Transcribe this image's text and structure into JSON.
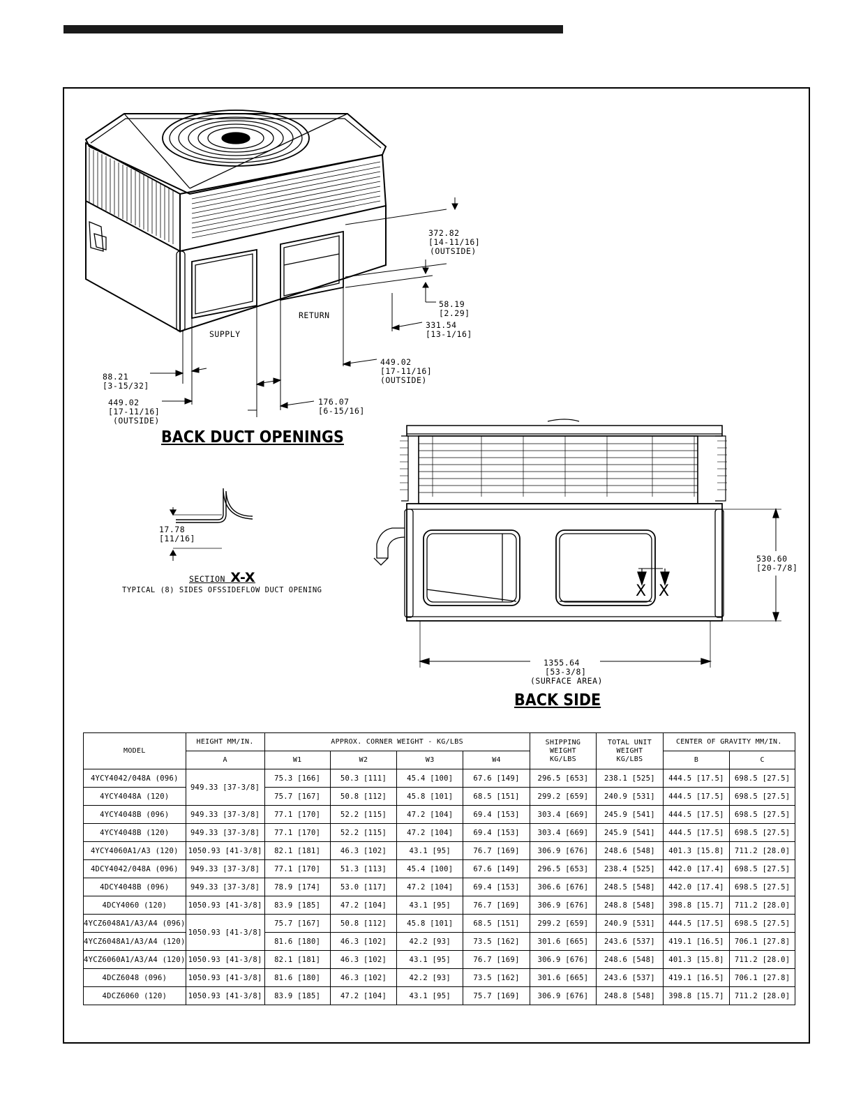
{
  "drawing": {
    "back_duct": {
      "title": "BACK DUCT OPENINGS",
      "supply_label": "SUPPLY",
      "return_label": "RETURN",
      "dim_372_1": "372.82",
      "dim_372_2": "[14-11/16]",
      "dim_372_3": "(OUTSIDE)",
      "dim_58_1": "58.19",
      "dim_58_2": "[2.29]",
      "dim_331_1": "331.54",
      "dim_331_2": "[13-1/16]",
      "dim_449r_1": "449.02",
      "dim_449r_2": "[17-11/16]",
      "dim_449r_3": "(OUTSIDE)",
      "dim_88_1": "88.21",
      "dim_88_2": "[3-15/32]",
      "dim_449l_1": "449.02",
      "dim_449l_2": "[17-11/16]",
      "dim_449l_3": "(OUTSIDE)",
      "dim_176_1": "176.07",
      "dim_176_2": "[6-15/16]"
    },
    "section": {
      "dim_1": "17.78",
      "dim_2": "[11/16]",
      "label_prefix": "SECTION",
      "label_mark": "X-X",
      "caption": "TYPICAL (8) SIDES OFSSIDEFLOW DUCT OPENING"
    },
    "back_side": {
      "title": "BACK SIDE",
      "x_mark_1": "X",
      "x_mark_2": "X",
      "dim_h_1": "530.60",
      "dim_h_2": "[20-7/8]",
      "dim_w_1": "1355.64",
      "dim_w_2": "[53-3/8]",
      "dim_w_3": "(SURFACE AREA)"
    }
  },
  "table": {
    "headers": {
      "model": "MODEL",
      "height": "HEIGHT MM/IN.",
      "height_sub": "A",
      "weight": "APPROX. CORNER WEIGHT - KG/LBS",
      "w1": "W1",
      "w2": "W2",
      "w3": "W3",
      "w4": "W4",
      "shipping": "SHIPPING WEIGHT KG/LBS",
      "total": "TOTAL UNIT WEIGHT KG/LBS",
      "cog": "CENTER OF GRAVITY MM/IN.",
      "cog_b": "B",
      "cog_c": "C"
    },
    "rows": [
      {
        "model": "4YCY4042/048A (096)",
        "height": "949.33 [37-3/8]",
        "height_rowspan": 2,
        "w1": "75.3 [166]",
        "w2": "50.3 [111]",
        "w3": "45.4 [100]",
        "w4": "67.6 [149]",
        "ship": "296.5 [653]",
        "total": "238.1 [525]",
        "b": "444.5 [17.5]",
        "c": "698.5 [27.5]"
      },
      {
        "model": "4YCY4048A (120)",
        "height": null,
        "w1": "75.7 [167]",
        "w2": "50.8 [112]",
        "w3": "45.8 [101]",
        "w4": "68.5 [151]",
        "ship": "299.2 [659]",
        "total": "240.9 [531]",
        "b": "444.5 [17.5]",
        "c": "698.5 [27.5]"
      },
      {
        "model": "4YCY4048B (096)",
        "height": "949.33 [37-3/8]",
        "height_rowspan": 1,
        "w1": "77.1 [170]",
        "w2": "52.2 [115]",
        "w3": "47.2 [104]",
        "w4": "69.4 [153]",
        "ship": "303.4 [669]",
        "total": "245.9 [541]",
        "b": "444.5 [17.5]",
        "c": "698.5 [27.5]"
      },
      {
        "model": "4YCY4048B (120)",
        "height": "949.33 [37-3/8]",
        "height_rowspan": 1,
        "w1": "77.1 [170]",
        "w2": "52.2 [115]",
        "w3": "47.2 [104]",
        "w4": "69.4 [153]",
        "ship": "303.4 [669]",
        "total": "245.9 [541]",
        "b": "444.5 [17.5]",
        "c": "698.5 [27.5]"
      },
      {
        "model": "4YCY4060A1/A3 (120)",
        "height": "1050.93 [41-3/8]",
        "height_rowspan": 1,
        "w1": "82.1 [181]",
        "w2": "46.3 [102]",
        "w3": "43.1 [95]",
        "w4": "76.7 [169]",
        "ship": "306.9 [676]",
        "total": "248.6 [548]",
        "b": "401.3 [15.8]",
        "c": "711.2 [28.0]"
      },
      {
        "model": "4DCY4042/048A (096)",
        "height": "949.33 [37-3/8]",
        "height_rowspan": 1,
        "w1": "77.1 [170]",
        "w2": "51.3 [113]",
        "w3": "45.4 [100]",
        "w4": "67.6 [149]",
        "ship": "296.5 [653]",
        "total": "238.4 [525]",
        "b": "442.0 [17.4]",
        "c": "698.5 [27.5]"
      },
      {
        "model": "4DCY4048B (096)",
        "height": "949.33 [37-3/8]",
        "height_rowspan": 1,
        "w1": "78.9 [174]",
        "w2": "53.0 [117]",
        "w3": "47.2 [104]",
        "w4": "69.4 [153]",
        "ship": "306.6 [676]",
        "total": "248.5 [548]",
        "b": "442.0 [17.4]",
        "c": "698.5 [27.5]"
      },
      {
        "model": "4DCY4060 (120)",
        "height": "1050.93 [41-3/8]",
        "height_rowspan": 1,
        "w1": "83.9 [185]",
        "w2": "47.2 [104]",
        "w3": "43.1 [95]",
        "w4": "76.7 [169]",
        "ship": "306.9 [676]",
        "total": "248.8 [548]",
        "b": "398.8 [15.7]",
        "c": "711.2 [28.0]"
      },
      {
        "model": "4YCZ6048A1/A3/A4 (096)",
        "height": "1050.93 [41-3/8]",
        "height_rowspan": 2,
        "w1": "75.7 [167]",
        "w2": "50.8 [112]",
        "w3": "45.8 [101]",
        "w4": "68.5 [151]",
        "ship": "299.2 [659]",
        "total": "240.9 [531]",
        "b": "444.5 [17.5]",
        "c": "698.5 [27.5]"
      },
      {
        "model": "4YCZ6048A1/A3/A4 (120)",
        "height": null,
        "w1": "81.6 [180]",
        "w2": "46.3 [102]",
        "w3": "42.2 [93]",
        "w4": "73.5 [162]",
        "ship": "301.6 [665]",
        "total": "243.6 [537]",
        "b": "419.1 [16.5]",
        "c": "706.1 [27.8]"
      },
      {
        "model": "4YCZ6060A1/A3/A4 (120)",
        "height": "1050.93 [41-3/8]",
        "height_rowspan": 1,
        "w1": "82.1 [181]",
        "w2": "46.3 [102]",
        "w3": "43.1 [95]",
        "w4": "76.7 [169]",
        "ship": "306.9 [676]",
        "total": "248.6 [548]",
        "b": "401.3 [15.8]",
        "c": "711.2 [28.0]"
      },
      {
        "model": "4DCZ6048 (096)",
        "height": "1050.93 [41-3/8]",
        "height_rowspan": 1,
        "w1": "81.6 [180]",
        "w2": "46.3 [102]",
        "w3": "42.2 [93]",
        "w4": "73.5 [162]",
        "ship": "301.6 [665]",
        "total": "243.6 [537]",
        "b": "419.1 [16.5]",
        "c": "706.1 [27.8]"
      },
      {
        "model": "4DCZ6060 (120)",
        "height": "1050.93 [41-3/8]",
        "height_rowspan": 1,
        "w1": "83.9 [185]",
        "w2": "47.2 [104]",
        "w3": "43.1 [95]",
        "w4": "75.7 [169]",
        "ship": "306.9 [676]",
        "total": "248.8 [548]",
        "b": "398.8 [15.7]",
        "c": "711.2 [28.0]"
      }
    ]
  }
}
